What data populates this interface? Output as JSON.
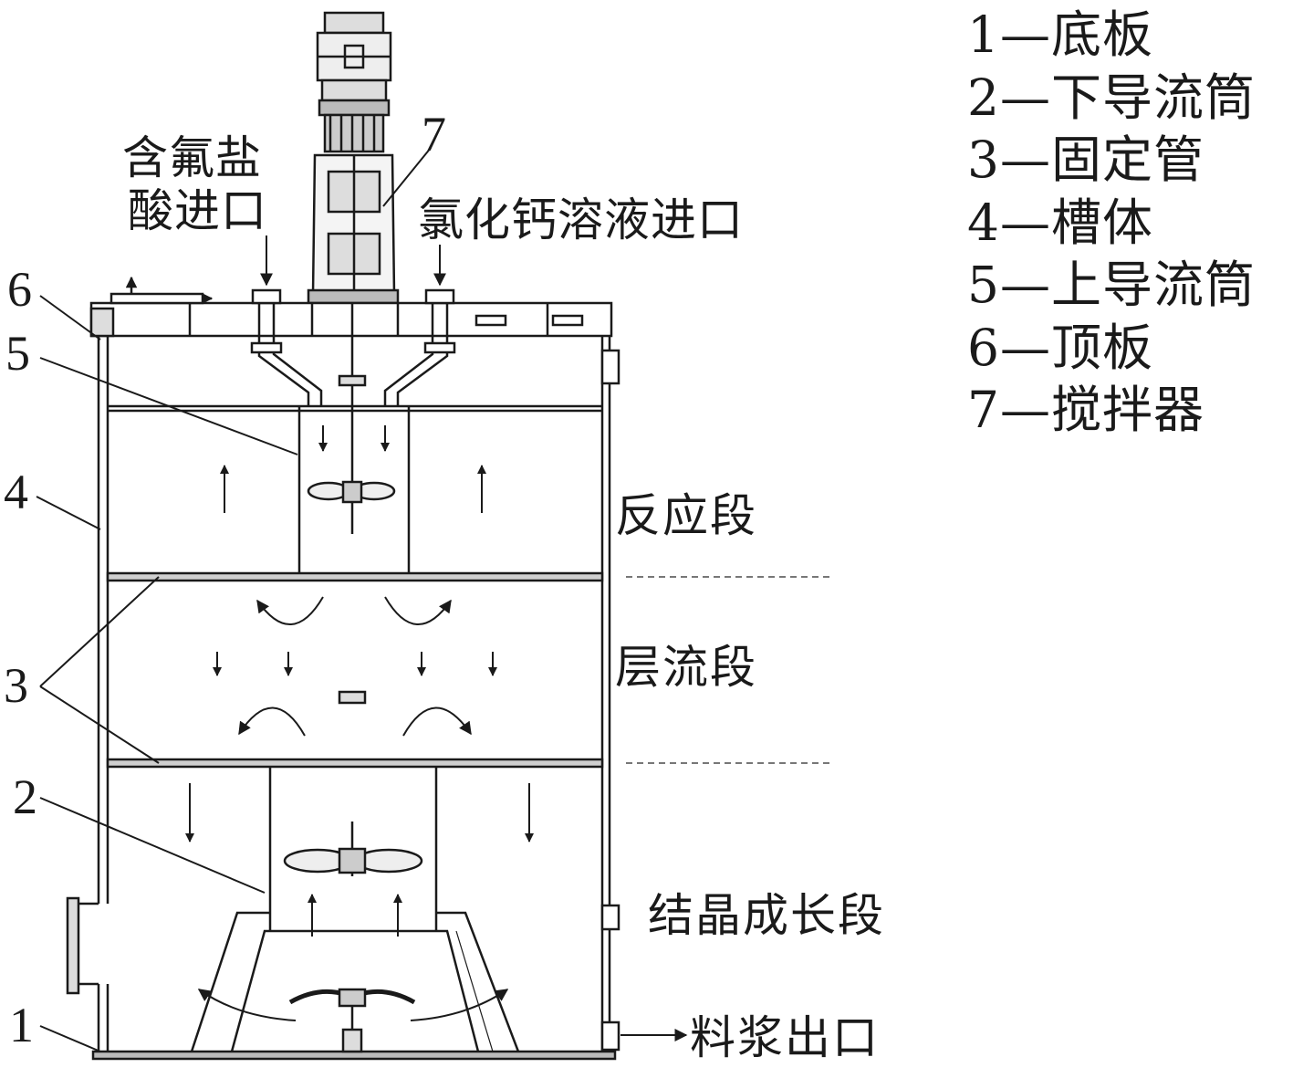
{
  "legend": [
    "1—底板",
    "2—下导流筒",
    "3—固定管",
    "4—槽体",
    "5—上导流筒",
    "6—顶板",
    "7—搅拌器"
  ],
  "part_numbers": {
    "n1": "1",
    "n2": "2",
    "n3": "3",
    "n4": "4",
    "n5": "5",
    "n6": "6",
    "n7": "7"
  },
  "inlets": {
    "hcl_line1": "含氟盐",
    "hcl_line2": "酸进口",
    "cacl2": "氯化钙溶液进口"
  },
  "zones": {
    "reaction": "反应段",
    "laminar": "层流段",
    "crystal": "结晶成长段"
  },
  "outlet": "料浆出口"
}
